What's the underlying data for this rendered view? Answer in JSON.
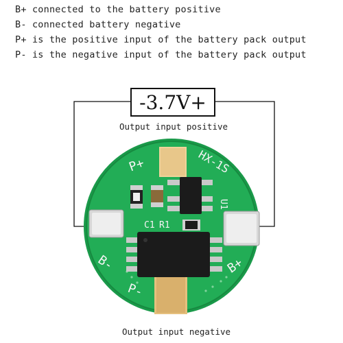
{
  "lines": [
    "B+ connected to the battery positive",
    "B- connected battery negative",
    "P+ is the positive input of the battery pack output",
    "P- is the negative input of the battery pack output"
  ],
  "voltage_label": "-3.7V+",
  "caption_top": "Output input positive",
  "caption_bottom": "Output input negative",
  "board": {
    "pad_labels": {
      "p_plus": "P+",
      "p_minus": "P-",
      "b_plus": "B+",
      "b_minus": "B-"
    },
    "silkscreen": {
      "model": "HX-1S",
      "u1": "U1",
      "c1": "C1",
      "r1": "R1"
    },
    "colors": {
      "pcb": "#1ea651",
      "pad": "#e8c78a",
      "chip": "#1b1b1b",
      "pin": "#c9c9c9",
      "ink": "#f2f2f2"
    }
  },
  "icons": [
    "battery-pack-pcb-image"
  ]
}
